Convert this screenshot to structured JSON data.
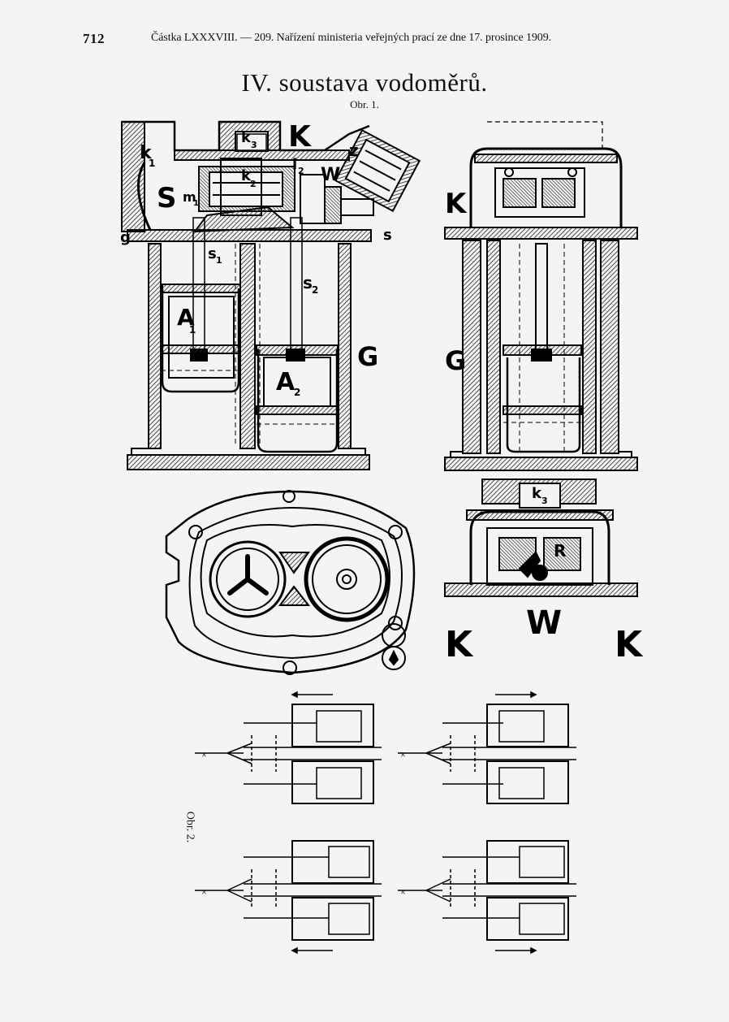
{
  "header": {
    "page_number": "712",
    "running_title": "Částka LXXXVIII. — 209. Nařízení ministeria veřejných prací ze dne 17. prosince 1909."
  },
  "title": "IV. soustava vodoměrů.",
  "figure1_caption": "Obr. 1.",
  "figure2_caption": "Obr. 2.",
  "labels": {
    "k1": "k",
    "k1_sub": "1",
    "k3": "k",
    "k3_sub": "3",
    "K_top": "K",
    "z": "z",
    "k2": "k",
    "k2_sub": "2",
    "i2": "i",
    "i2_sub": "2",
    "W_top": "W",
    "S": "S",
    "m1": "m",
    "m1_sub": "1",
    "g": "g",
    "s_right": "s",
    "s1": "s",
    "s1_sub": "1",
    "s2": "s",
    "s2_sub": "2",
    "A1": "A",
    "A1_sub": "1",
    "A2": "A",
    "A2_sub": "2",
    "G_left": "G",
    "K_side": "K",
    "G_side": "G",
    "k3_bottom": "k",
    "k3_bottom_sub": "3",
    "R": "R",
    "K_bl": "K",
    "W_bottom": "W",
    "K_br": "K"
  }
}
